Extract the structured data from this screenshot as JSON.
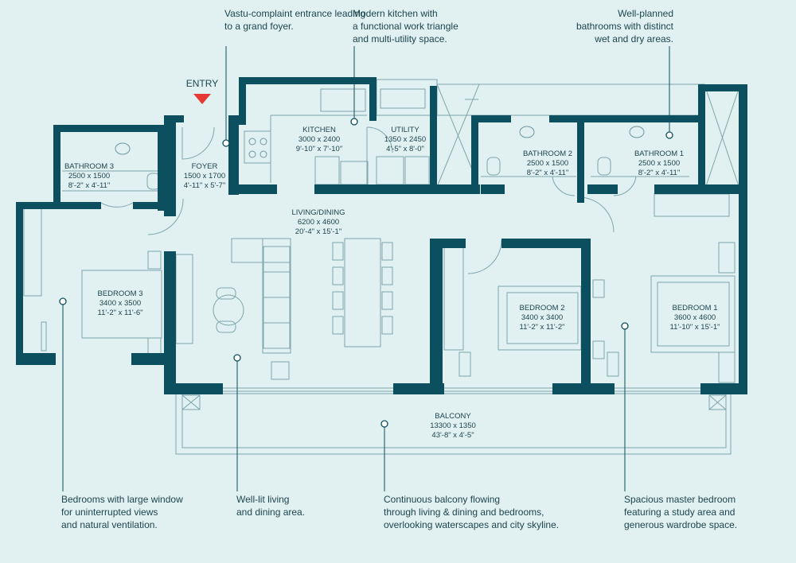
{
  "colors": {
    "background": "#e1f0f0",
    "walls": "#0c4f5e",
    "entry_marker": "#e53a33",
    "text": "#1e4450"
  },
  "entry_label": "ENTRY",
  "rooms": {
    "bathroom3": {
      "name": "BATHROOM 3",
      "size": "2500 x 1500",
      "imperial": "8'-2\" x 4'-11\""
    },
    "foyer": {
      "name": "FOYER",
      "size": "1500 x 1700",
      "imperial": "4'-11\" x 5'-7\""
    },
    "kitchen": {
      "name": "KITCHEN",
      "size": "3000 x 2400",
      "imperial": "9'-10\" x 7'-10\""
    },
    "utility": {
      "name": "UTILITY",
      "size": "1350 x 2450",
      "imperial": "4'-5\" x 8'-0\""
    },
    "bathroom2": {
      "name": "BATHROOM 2",
      "size": "2500 x 1500",
      "imperial": "8'-2\" x 4'-11\""
    },
    "bathroom1": {
      "name": "BATHROOM 1",
      "size": "2500 x 1500",
      "imperial": "8'-2\" x 4'-11\""
    },
    "living": {
      "name": "LIVING/DINING",
      "size": "6200 x 4600",
      "imperial": "20'-4\" x 15'-1\""
    },
    "bedroom3": {
      "name": "BEDROOM 3",
      "size": "3400 x 3500",
      "imperial": "11'-2\" x 11'-6\""
    },
    "bedroom2": {
      "name": "BEDROOM 2",
      "size": "3400 x 3400",
      "imperial": "11'-2\" x 11'-2\""
    },
    "bedroom1": {
      "name": "BEDROOM 1",
      "size": "3600 x 4600",
      "imperial": "11'-10\" x 15'-1\""
    },
    "balcony": {
      "name": "BALCONY",
      "size": "13300 x 1350",
      "imperial": "43'-8\" x 4'-5\""
    }
  },
  "callouts": {
    "foyer": [
      "Vastu-complaint entrance leading",
      "to a grand foyer."
    ],
    "kitchen": [
      "Modern kitchen with",
      "a functional work triangle",
      "and multi-utility space."
    ],
    "bathrooms": [
      "Well-planned",
      "bathrooms with distinct",
      "wet and dry areas."
    ],
    "bedrooms": [
      "Bedrooms with large window",
      "for uninterrupted views",
      "and natural ventilation."
    ],
    "living": [
      "Well-lit living",
      "and dining area."
    ],
    "balcony": [
      "Continuous balcony flowing",
      "through living & dining and bedrooms,",
      "overlooking waterscapes and city skyline."
    ],
    "master": [
      "Spacious master bedroom",
      "featuring a study area and",
      "generous wardrobe space."
    ]
  }
}
